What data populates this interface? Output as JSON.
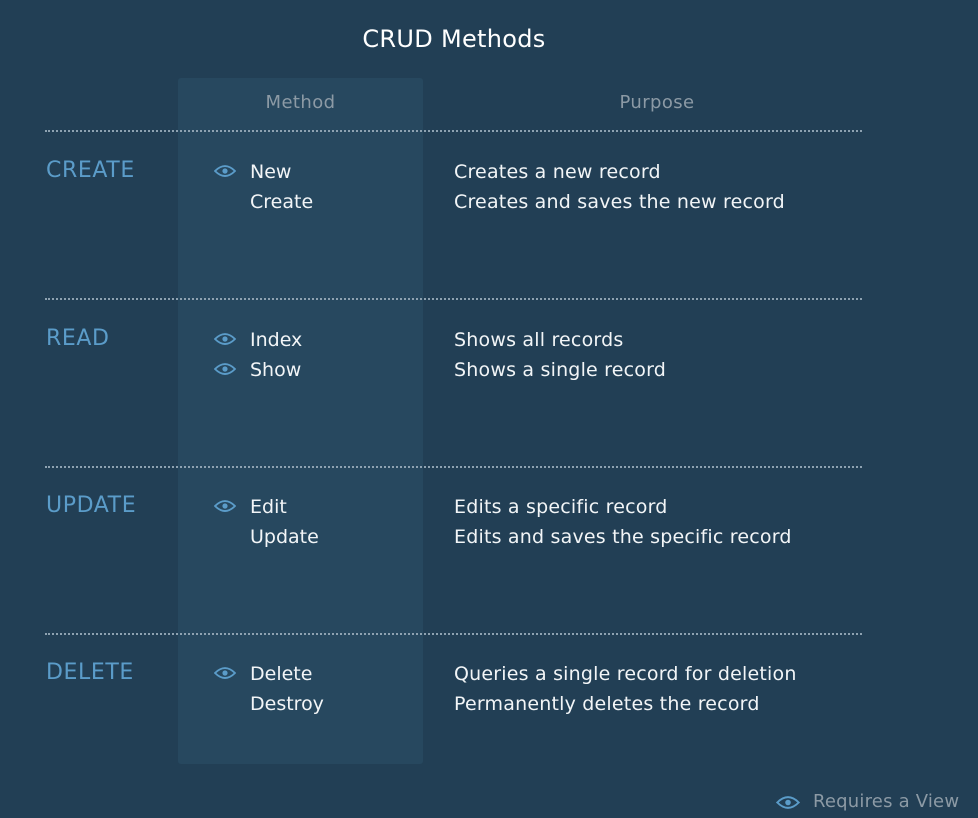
{
  "title": "CRUD Methods",
  "headers": {
    "method": "Method",
    "purpose": "Purpose"
  },
  "colors": {
    "background": "#223f55",
    "method_column": "#27485f",
    "accent": "#5b9cc9",
    "muted": "#8c9aa5",
    "text": "#f2f5f7"
  },
  "groups": [
    {
      "label": "CREATE",
      "rows": [
        {
          "method": "New",
          "purpose": "Creates a new record",
          "requires_view": true,
          "icon": "eye-icon"
        },
        {
          "method": "Create",
          "purpose": "Creates and saves the new record",
          "requires_view": false
        }
      ]
    },
    {
      "label": "READ",
      "rows": [
        {
          "method": "Index",
          "purpose": "Shows all records",
          "requires_view": true,
          "icon": "eye-icon"
        },
        {
          "method": "Show",
          "purpose": "Shows a single record",
          "requires_view": true,
          "icon": "eye-icon"
        }
      ]
    },
    {
      "label": "UPDATE",
      "rows": [
        {
          "method": "Edit",
          "purpose": "Edits a specific record",
          "requires_view": true,
          "icon": "eye-icon"
        },
        {
          "method": "Update",
          "purpose": "Edits and saves the specific record",
          "requires_view": false
        }
      ]
    },
    {
      "label": "DELETE",
      "rows": [
        {
          "method": "Delete",
          "purpose": "Queries a single record for deletion",
          "requires_view": true,
          "icon": "eye-icon"
        },
        {
          "method": "Destroy",
          "purpose": "Permanently deletes the record",
          "requires_view": false
        }
      ]
    }
  ],
  "legend": {
    "icon": "eye-icon",
    "label": "Requires a View"
  }
}
